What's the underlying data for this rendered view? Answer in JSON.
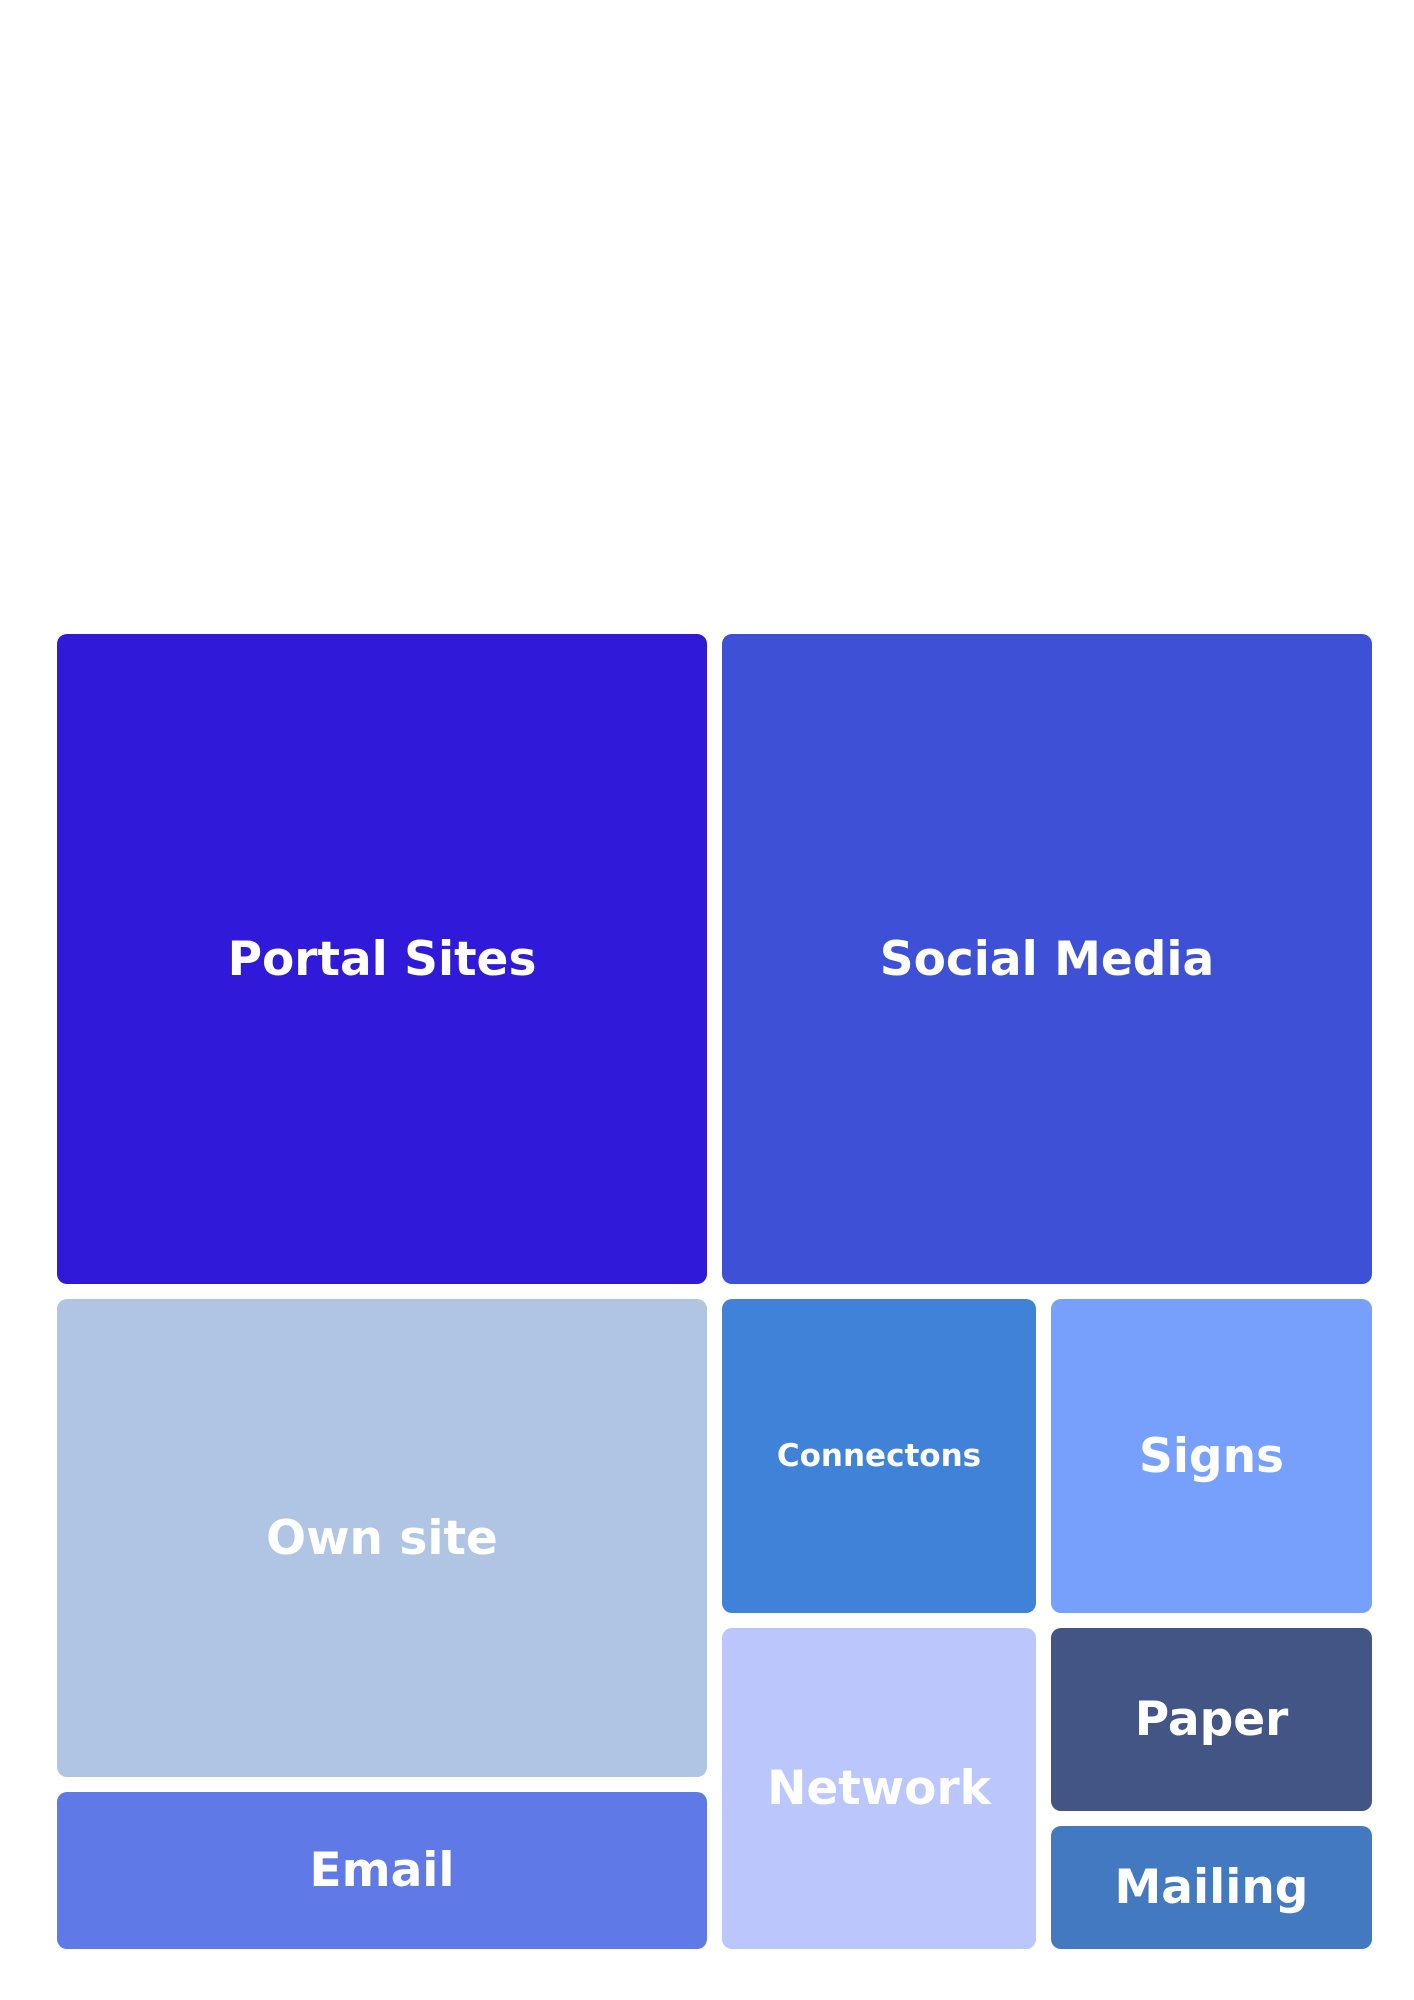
{
  "chart_data": {
    "type": "treemap",
    "title": "",
    "items": [
      {
        "label": "Portal Sites",
        "value": 25.0,
        "color": "#3019D8"
      },
      {
        "label": "Social Media",
        "value": 25.0,
        "color": "#3D50D6"
      },
      {
        "label": "Own site",
        "value": 18.4,
        "color": "#B0C4E4"
      },
      {
        "label": "Email",
        "value": 6.0,
        "color": "#5F79E6"
      },
      {
        "label": "Connectons",
        "value": 5.9,
        "color": "#4082D8"
      },
      {
        "label": "Signs",
        "value": 6.1,
        "color": "#76A0FC"
      },
      {
        "label": "Network",
        "value": 6.1,
        "color": "#BAC6FC"
      },
      {
        "label": "Paper",
        "value": 3.5,
        "color": "#435584"
      },
      {
        "label": "Mailing",
        "value": 2.4,
        "color": "#4279C0"
      }
    ]
  }
}
